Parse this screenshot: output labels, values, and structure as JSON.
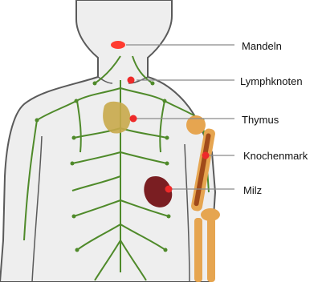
{
  "labels": {
    "mandeln": "Mandeln",
    "lymphknoten": "Lymphknoten",
    "thymus": "Thymus",
    "knochenmark": "Knochenmark",
    "milz": "Milz"
  },
  "colors": {
    "skin_fill": "#eeeeee",
    "skin_outline": "#5a5a5a",
    "vessel": "#4f8a2a",
    "marker": "#ee2a2a",
    "leader_line": "#8a8a8a",
    "thymus": "#c8a84a",
    "spleen": "#7a1e22",
    "bone": "#e6a550",
    "marrow": "#a04a1a",
    "tonsils": "#ff3b30"
  }
}
